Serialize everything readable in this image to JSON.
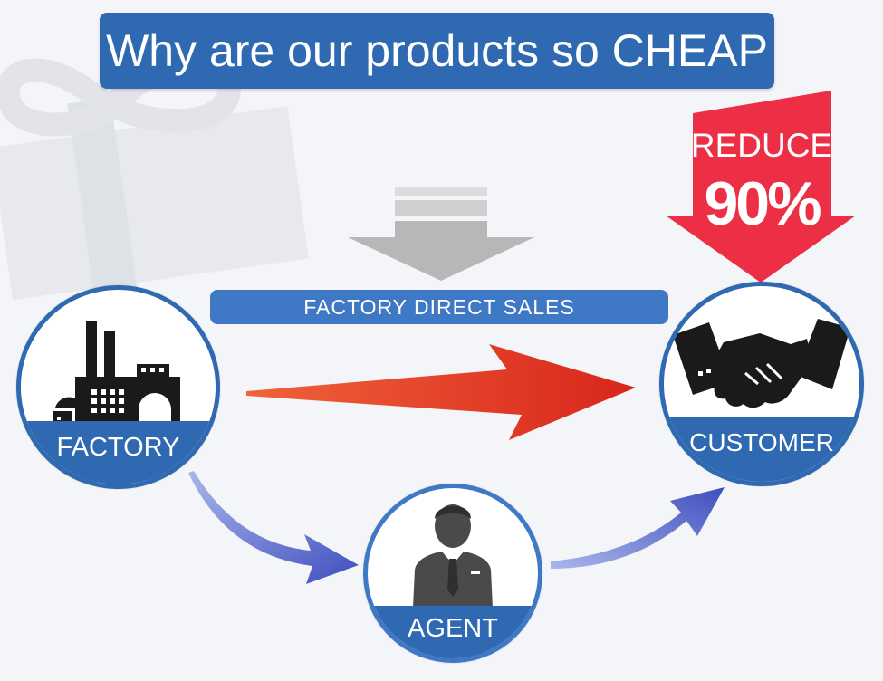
{
  "title": "Why are our products so CHEAP",
  "banner": "FACTORY DIRECT SALES",
  "reduction": {
    "label": "REDUCE",
    "value": "90%"
  },
  "nodes": {
    "factory": {
      "label": "FACTORY",
      "icon": "factory-icon"
    },
    "customer": {
      "label": "CUSTOMER",
      "icon": "handshake-icon"
    },
    "agent": {
      "label": "AGENT",
      "icon": "businessman-icon"
    }
  },
  "colors": {
    "primary_blue": "#2e69b1",
    "banner_blue": "#3f78c4",
    "direct_arrow_red": "#e23a22",
    "reduce_arrow_red": "#ec2f45",
    "curved_arrow_blue": "#4e63c9",
    "gray_arrow": "#b7b7b7"
  }
}
